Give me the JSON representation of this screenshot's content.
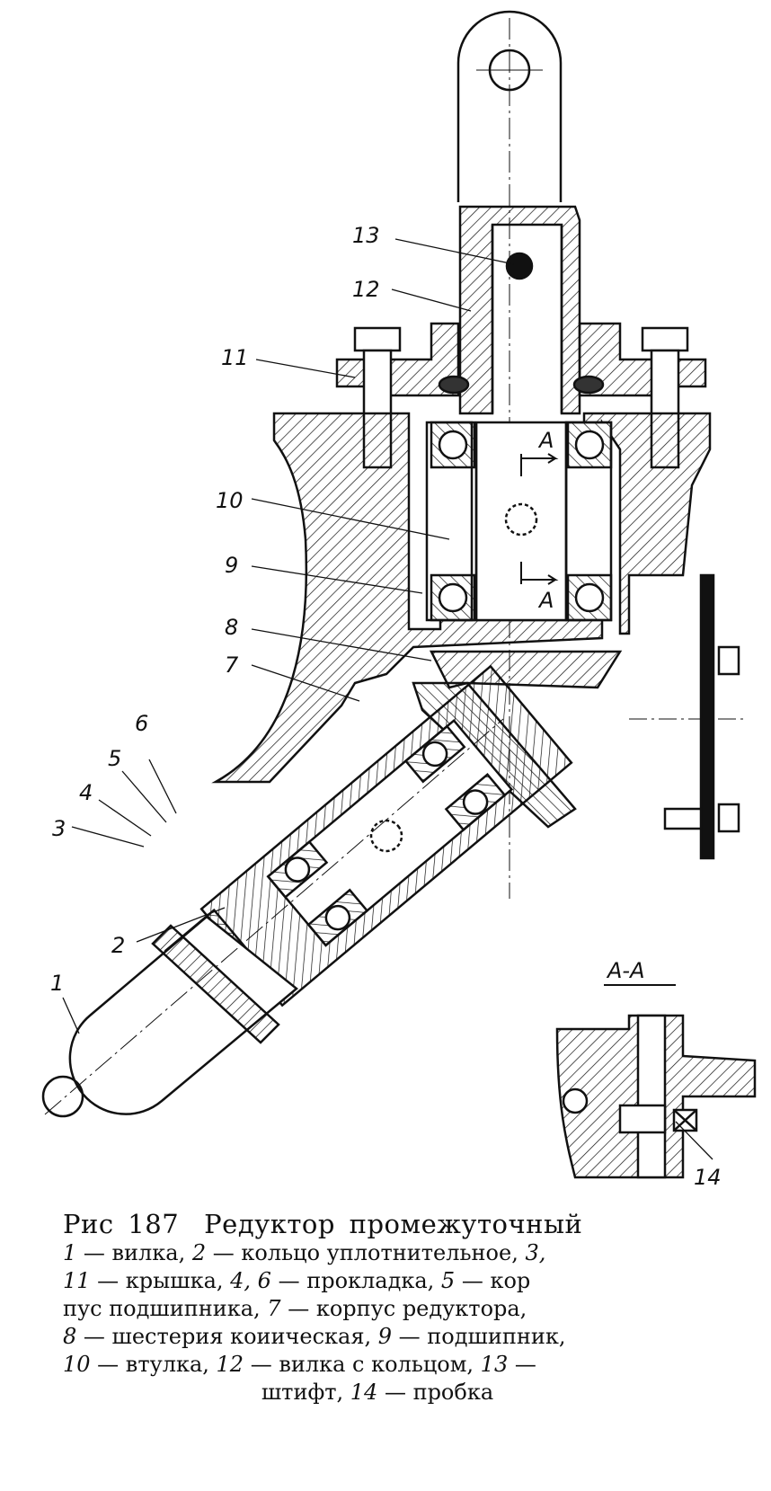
{
  "labels": {
    "l1": "1",
    "l2": "2",
    "l3": "3",
    "l4": "4",
    "l5": "5",
    "l6": "6",
    "l7": "7",
    "l8": "8",
    "l9": "9",
    "l10": "10",
    "l11": "11",
    "l12": "12",
    "l13": "13",
    "l14": "14"
  },
  "section": {
    "title": "A-A",
    "marker": "A"
  },
  "caption": {
    "figure": "Рис 187",
    "title": "Редуктор промежуточный",
    "lines": [
      [
        {
          "n": "1",
          "t": " — вилка, "
        },
        {
          "n": "2",
          "t": " — кольцо уплотнительное, "
        },
        {
          "n": "3,",
          "t": ""
        }
      ],
      [
        {
          "n": "11",
          "t": " — крышка, "
        },
        {
          "n": "4, 6",
          "t": " — прокладка, "
        },
        {
          "n": "5",
          "t": " — кор"
        }
      ],
      [
        {
          "n": "",
          "t": "пус подшипника, "
        },
        {
          "n": "7",
          "t": " — корпус редуктора,"
        }
      ],
      [
        {
          "n": "8",
          "t": " — шестерия коиическая, "
        },
        {
          "n": "9",
          "t": " — подшипник,"
        }
      ],
      [
        {
          "n": "10",
          "t": " — втулка, "
        },
        {
          "n": "12",
          "t": " — вилка с кольцом, "
        },
        {
          "n": "13",
          "t": " —"
        }
      ],
      [
        {
          "n": "",
          "t": "штифт, "
        },
        {
          "n": "14",
          "t": " — пробка"
        }
      ]
    ]
  },
  "colors": {
    "ink": "#111111",
    "paper": "#ffffff"
  }
}
